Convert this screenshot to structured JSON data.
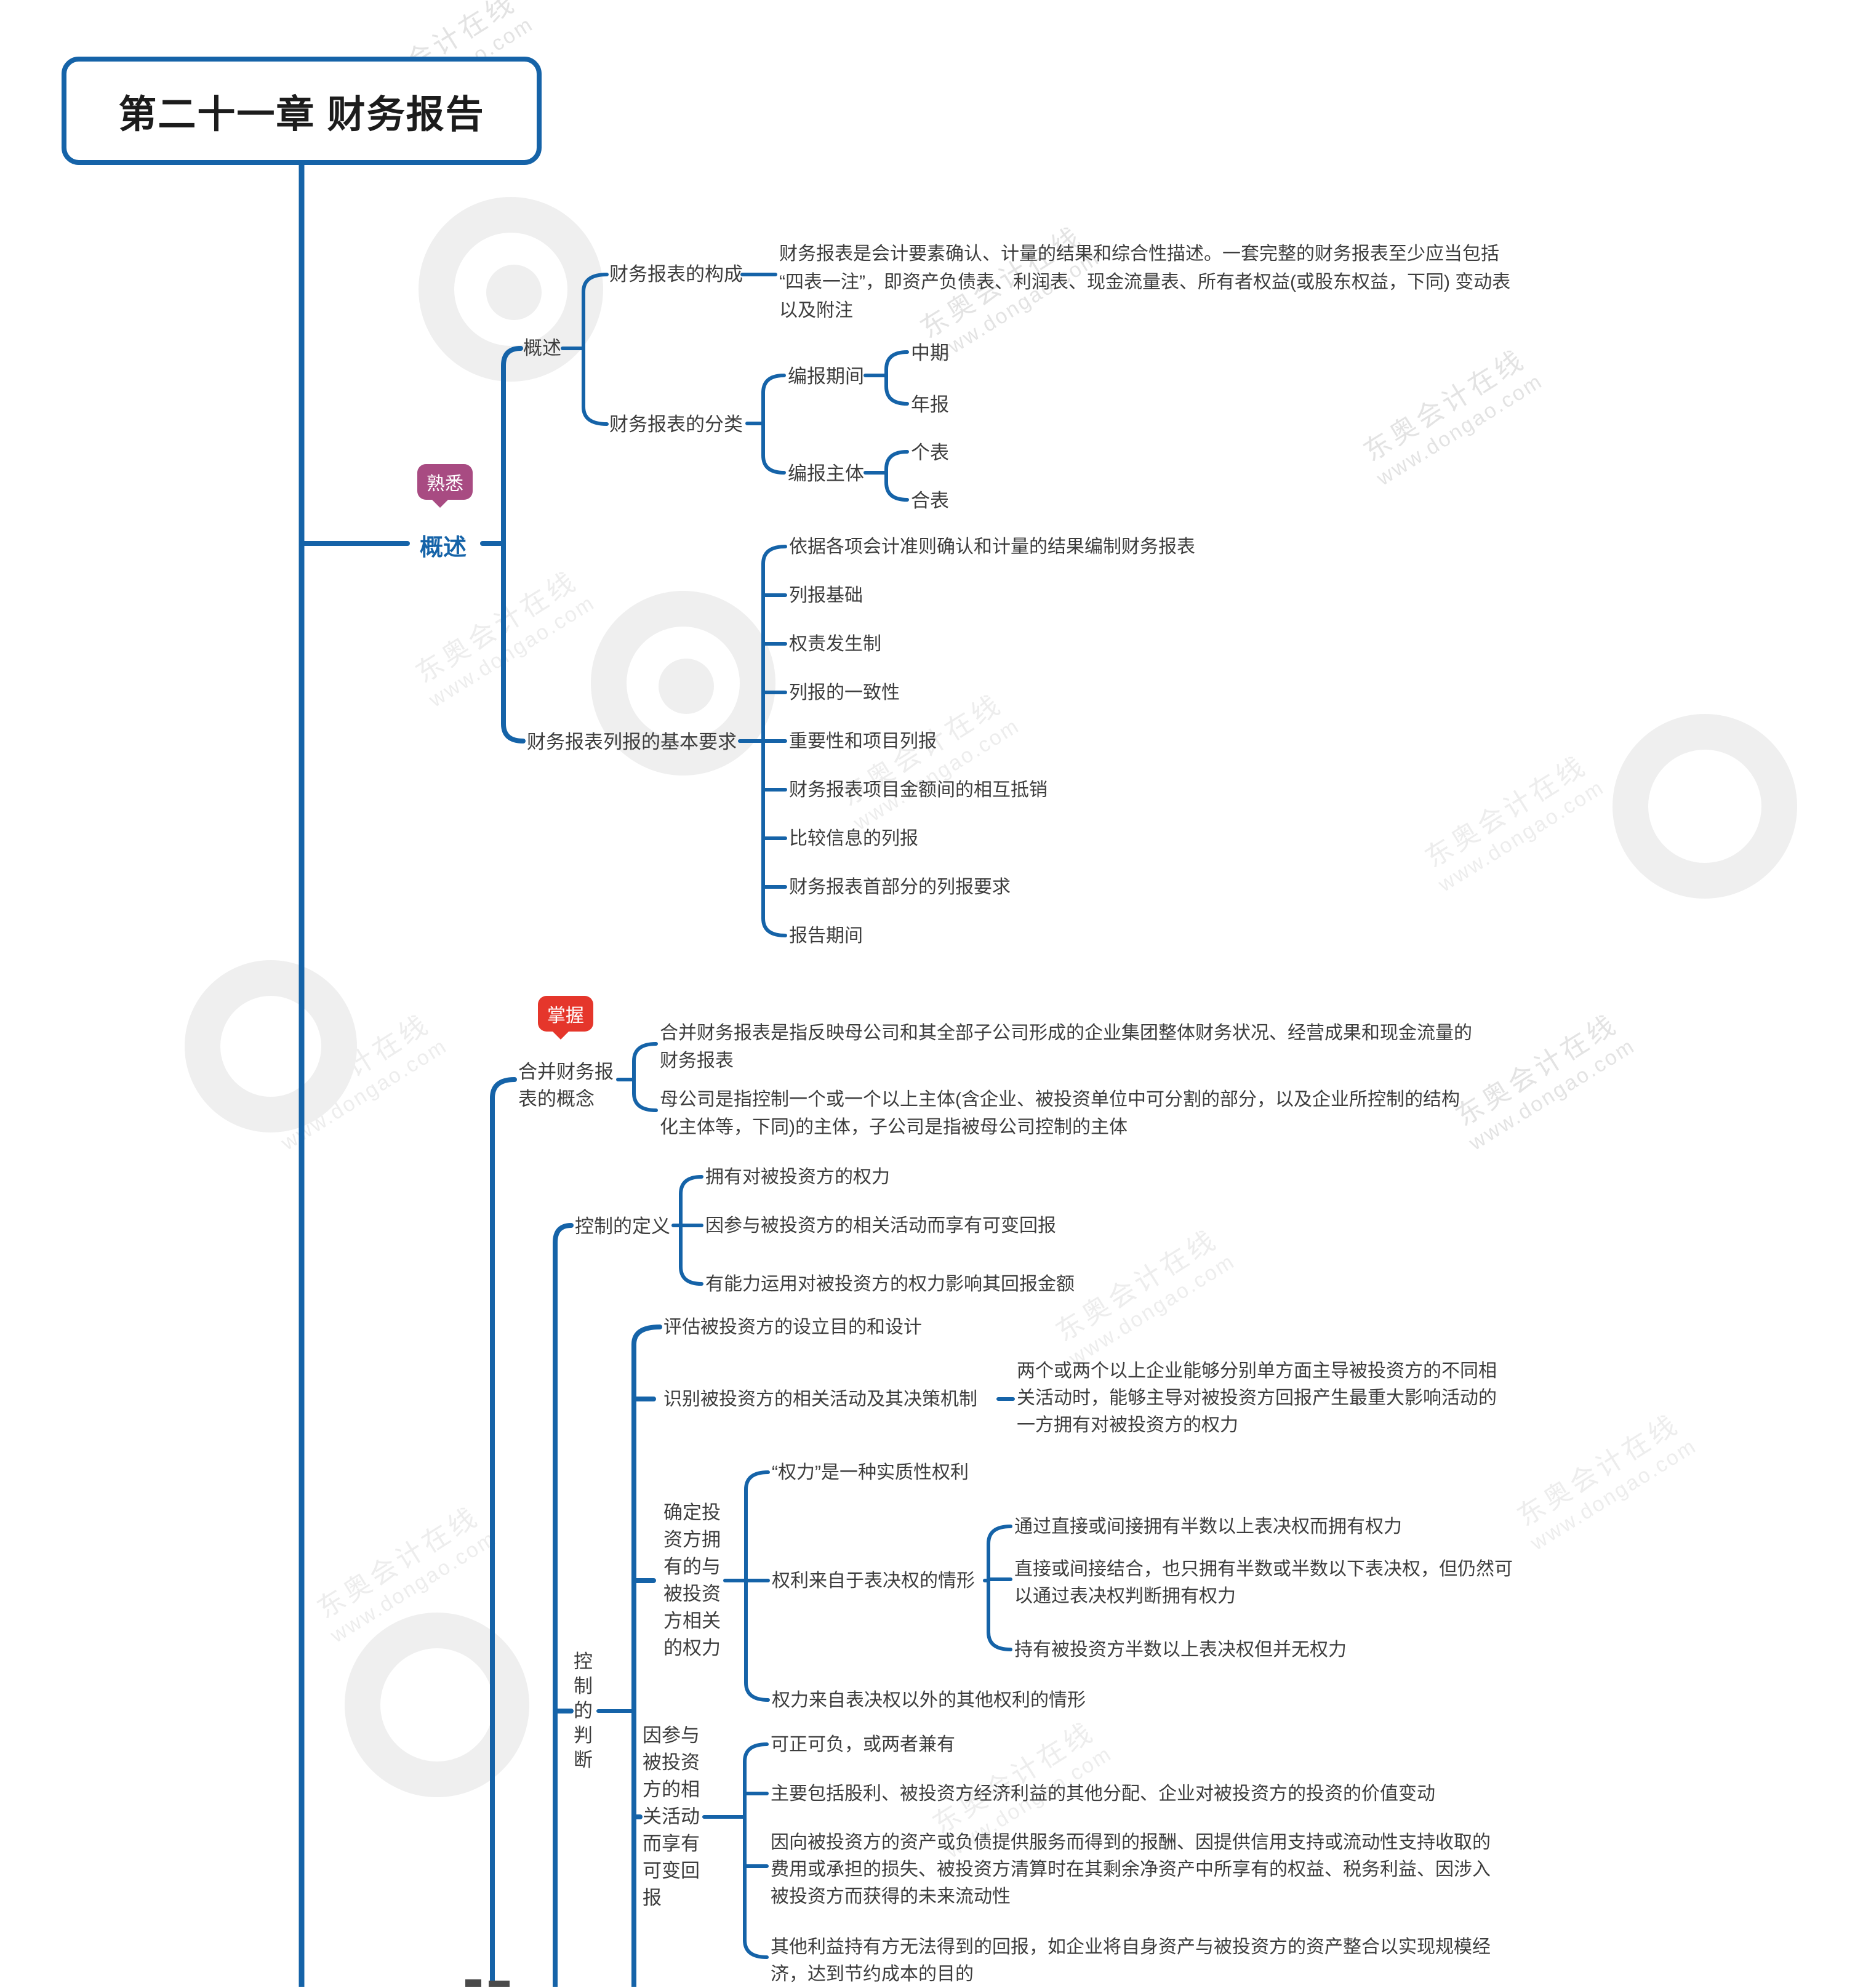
{
  "root": {
    "title": "第二十一章 财务报告"
  },
  "colors": {
    "line": "#1563a8",
    "accent_blue": "#1563a8",
    "badge_familiar": "#a84b82",
    "badge_master": "#e5362b",
    "text": "#3d3d3d"
  },
  "watermark": {
    "brand": "东奥会计在线",
    "url": "www.dongao.com"
  },
  "overview": {
    "badge": "熟悉",
    "label": "概述",
    "sub": {
      "label": "概述",
      "composition": {
        "label": "财务报表的构成",
        "para": [
          "财务报表是会计要素确认、计量的结果和综合性描述。一套完整的财务报表至少应当包括",
          "“四表一注”，即资产负债表、利润表、现金流量表、所有者权益(或股东权益，下同) 变动表",
          "以及附注"
        ]
      },
      "classification": {
        "label": "财务报表的分类",
        "period": {
          "label": "编报期间",
          "items": [
            "中期",
            "年报"
          ]
        },
        "entity": {
          "label": "编报主体",
          "items": [
            "个表",
            "合表"
          ]
        }
      }
    },
    "requirements": {
      "label": "财务报表列报的基本要求",
      "items": [
        "依据各项会计准则确认和计量的结果编制财务报表",
        "列报基础",
        "权责发生制",
        "列报的一致性",
        "重要性和项目列报",
        "财务报表项目金额间的相互抵销",
        "比较信息的列报",
        "财务报表首部分的列报要求",
        "报告期间"
      ]
    }
  },
  "consolidated": {
    "badge": "掌握",
    "concept": {
      "l1": "合并财务报",
      "l2": "表的概念",
      "p1": [
        "合并财务报表是指反映母公司和其全部子公司形成的企业集团整体财务状况、经营成果和现金流量的",
        "财务报表"
      ],
      "p2": [
        "母公司是指控制一个或一个以上主体(含企业、被投资单位中可分割的部分，以及企业所控制的结构",
        "化主体等，下同)的主体，子公司是指被母公司控制的主体"
      ]
    },
    "control_definition": {
      "label": "控制的定义",
      "items": [
        "拥有对被投资方的权力",
        "因参与被投资方的相关活动而享有可变回报",
        "有能力运用对被投资方的权力影响其回报金额"
      ]
    },
    "control_judgment": {
      "label": "控制的判断",
      "assess": "评估被投资方的设立目的和设计",
      "identify": {
        "label": "识别被投资方的相关活动及其决策机制",
        "para": [
          "两个或两个以上企业能够分别单方面主导被投资方的不同相",
          "关活动时，能够主导对被投资方回报产生最重大影响活动的",
          "一方拥有对被投资方的权力"
        ]
      },
      "power": {
        "label": "确定投资方拥有的与被投资方相关的权力",
        "substantive": "“权力”是一种实质性权利",
        "voting": {
          "label": "权利来自于表决权的情形",
          "i1": "通过直接或间接拥有半数以上表决权而拥有权力",
          "i2a": "直接或间接结合，也只拥有半数或半数以下表决权，但仍然可",
          "i2b": "以通过表决权判断拥有权力",
          "i3": "持有被投资方半数以上表决权但并无权力"
        },
        "other": "权力来自表决权以外的其他权利的情形"
      },
      "returns": {
        "label": "因参与被投资方的相关活动而享有可变回报",
        "r1": "可正可负，或两者兼有",
        "r2": "主要包括股利、被投资方经济利益的其他分配、企业对被投资方的投资的价值变动",
        "r3a": "因向被投资方的资产或负债提供服务而得到的报酬、因提供信用支持或流动性支持收取的",
        "r3b": "费用或承担的损失、被投资方清算时在其剩余净资产中所享有的权益、税务利益、因涉入",
        "r3c": "被投资方而获得的未来流动性",
        "r4a": "其他利益持有方无法得到的回报，如企业将自身资产与被投资方的资产整合以实现规模经",
        "r4b": "济，达到节约成本的目的"
      }
    }
  }
}
